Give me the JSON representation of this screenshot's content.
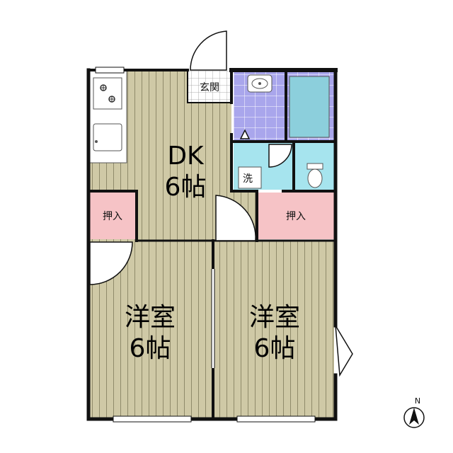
{
  "rooms": {
    "dk": {
      "name": "DK",
      "size": "6帖"
    },
    "western_left": {
      "name": "洋室",
      "size": "6帖"
    },
    "western_right": {
      "name": "洋室",
      "size": "6帖"
    },
    "entrance": "玄関",
    "closet_left": "押入",
    "closet_right": "押入",
    "wash": "洗"
  },
  "compass": {
    "label": "N"
  },
  "colors": {
    "floor": "#cfc9a6",
    "floor_line": "#8f8a6a",
    "bath_tile": "#a9a6ec",
    "bath_tub": "#8ccfdc",
    "wash_area": "#a6e4ee",
    "closet": "#f6c3c6",
    "wall": "#111111"
  }
}
